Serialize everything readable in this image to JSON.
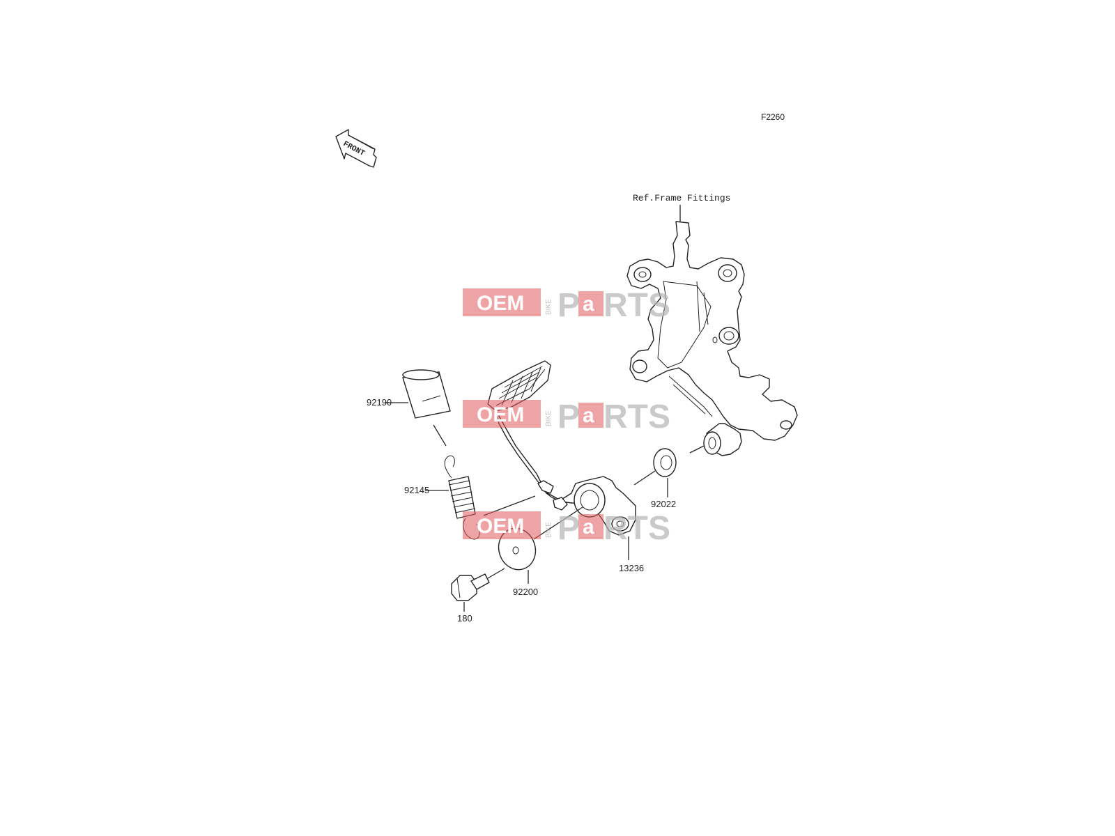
{
  "diagram": {
    "code": "F2260",
    "reference": "Ref.Frame Fittings",
    "front_arrow": "FRONT",
    "parts": [
      {
        "number": "92190",
        "name": "sleeve"
      },
      {
        "number": "92145",
        "name": "spring"
      },
      {
        "number": "180",
        "name": "bolt"
      },
      {
        "number": "92200",
        "name": "washer"
      },
      {
        "number": "13236",
        "name": "brake-pedal"
      },
      {
        "number": "92022",
        "name": "washer"
      }
    ]
  },
  "watermark": {
    "brand_left": "OEM",
    "brand_mid": "BIKE",
    "brand_right_a": "P",
    "brand_right_b": "a",
    "brand_right_c": "RTS",
    "colors": {
      "red": "#e05a5a",
      "gray": "#a8a8a8"
    }
  }
}
